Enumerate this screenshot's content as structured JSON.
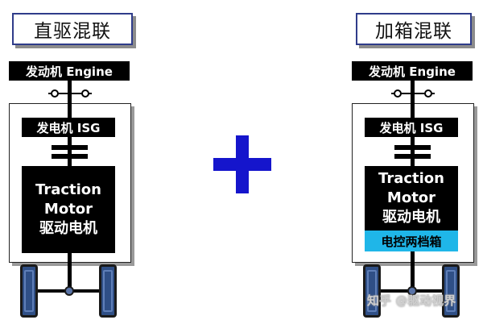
{
  "left": {
    "title": "直驱混联",
    "engine": "发动机 Engine",
    "generator": "发电机 ISG",
    "motor_line1": "Traction",
    "motor_line2": "Motor",
    "motor_line3": "驱动电机"
  },
  "right": {
    "title": "加箱混联",
    "engine": "发动机 Engine",
    "generator": "发电机 ISG",
    "motor_line1": "Traction",
    "motor_line2": "Motor",
    "motor_line3": "驱动电机",
    "gearbox": "电控两档箱"
  },
  "watermark": "知乎 @驱动视界",
  "colors": {
    "plus": "#1515cc",
    "title_border": "#2f3c8a",
    "gearbox": "#1fb6e8",
    "wheel": "#2f4f86"
  }
}
